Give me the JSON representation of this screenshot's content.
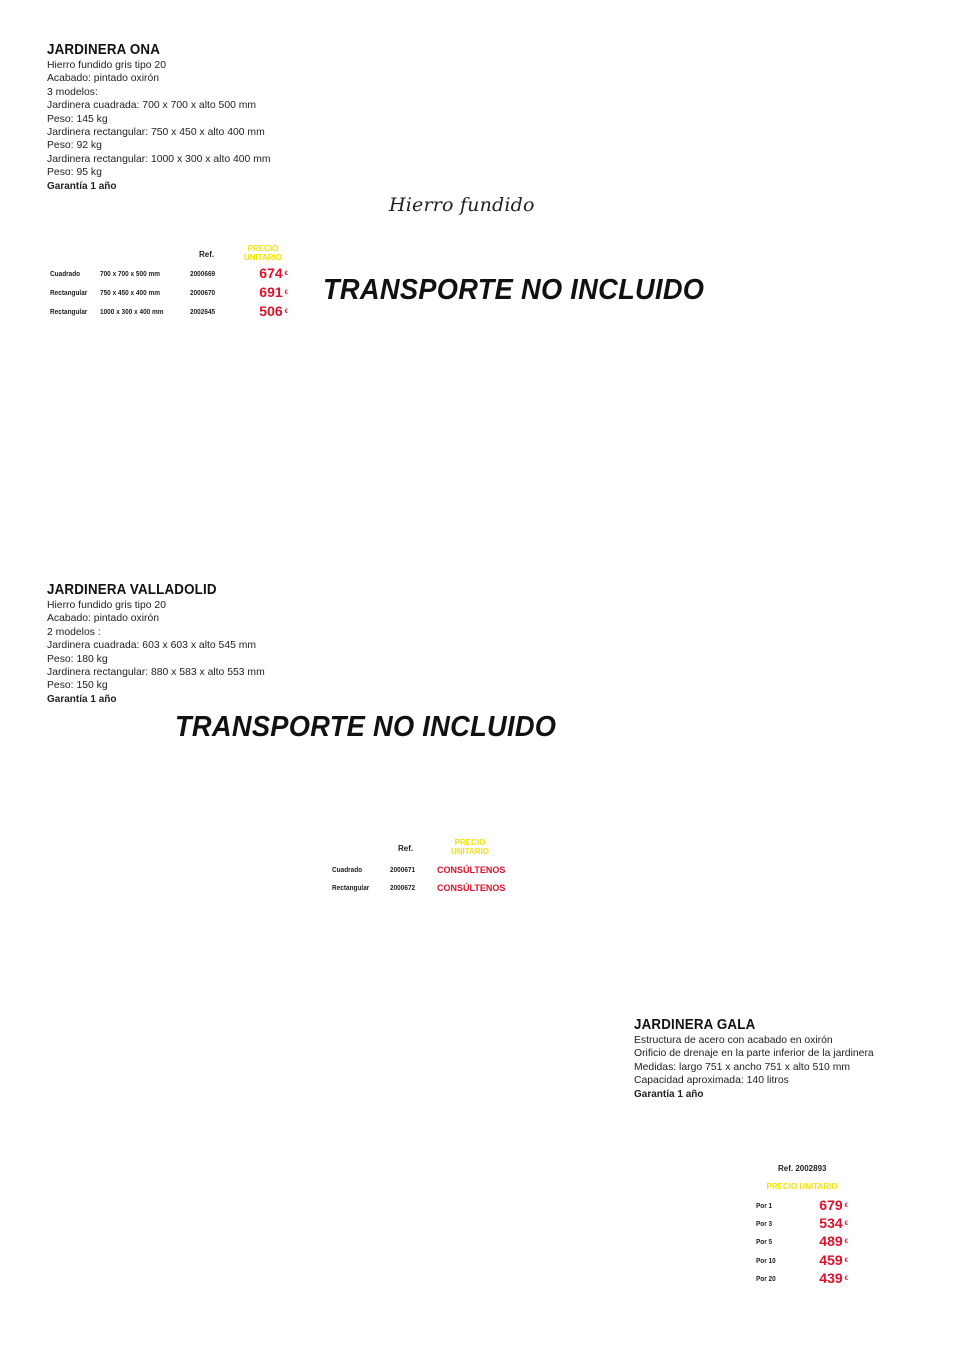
{
  "ona": {
    "title": "JARDINERA ONA",
    "lines": [
      "Hierro fundido gris tipo 20",
      "Acabado: pintado oxirón",
      "3 modelos:",
      "Jardinera cuadrada: 700 x 700 x alto 500 mm",
      "Peso: 145 kg",
      "Jardinera rectangular: 750 x 450 x alto 400 mm",
      "Peso: 92 kg",
      "Jardinera rectangular: 1000 x 300 x alto 400 mm",
      "Peso: 95 kg"
    ],
    "warranty": "Garantía 1 año",
    "material_label": "Hierro fundido",
    "transport": "TRANSPORTE NO INCLUIDO",
    "table": {
      "ref_header": "Ref.",
      "price_header_1": "PRECIO",
      "price_header_2": "UNITARIO",
      "currency": "€",
      "rows": [
        {
          "model": "Cuadrado",
          "dims": "700 x 700 x 500 mm",
          "ref": "2000669",
          "price": "674"
        },
        {
          "model": "Rectangular",
          "dims": "750 x 450 x 400 mm",
          "ref": "2000670",
          "price": "691"
        },
        {
          "model": "Rectangular",
          "dims": "1000 x 300 x 400 mm",
          "ref": "2002645",
          "price": "506"
        }
      ]
    }
  },
  "valladolid": {
    "title": "JARDINERA VALLADOLID",
    "lines": [
      "Hierro fundido gris tipo 20",
      "Acabado: pintado oxirón",
      "2 modelos :",
      "Jardinera cuadrada: 603 x 603 x alto 545 mm",
      "Peso: 180 kg",
      "Jardinera rectangular: 880 x 583 x alto 553 mm",
      "Peso: 150 kg"
    ],
    "warranty": "Garantía 1 año",
    "transport": "TRANSPORTE NO INCLUIDO",
    "table": {
      "ref_header": "Ref.",
      "price_header_1": "PRECIO",
      "price_header_2": "UNITARIO",
      "rows": [
        {
          "model": "Cuadrado",
          "ref": "2000671",
          "price": "CONSÚLTENOS"
        },
        {
          "model": "Rectangular",
          "ref": "2000672",
          "price": "CONSÚLTENOS"
        }
      ]
    }
  },
  "gala": {
    "title": "JARDINERA GALA",
    "lines": [
      "Estructura de acero con acabado en oxirón",
      "Orificio de drenaje en la parte inferior de la jardinera",
      "Medidas: largo 751 x ancho 751 x alto 510 mm",
      "Capacidad aproximada: 140 litros"
    ],
    "warranty": "Garantía 1 año",
    "table": {
      "ref_header": "Ref. 2002893",
      "price_header": "PRECIO UNITARIO",
      "currency": "€",
      "rows": [
        {
          "qty": "Por 1",
          "price": "679"
        },
        {
          "qty": "Por 3",
          "price": "534"
        },
        {
          "qty": "Por 5",
          "price": "489"
        },
        {
          "qty": "Por 10",
          "price": "459"
        },
        {
          "qty": "Por 20",
          "price": "439"
        }
      ]
    }
  },
  "colors": {
    "price_red": "#e0102a",
    "precio_yellow": "#f2e200",
    "text": "#111111"
  }
}
